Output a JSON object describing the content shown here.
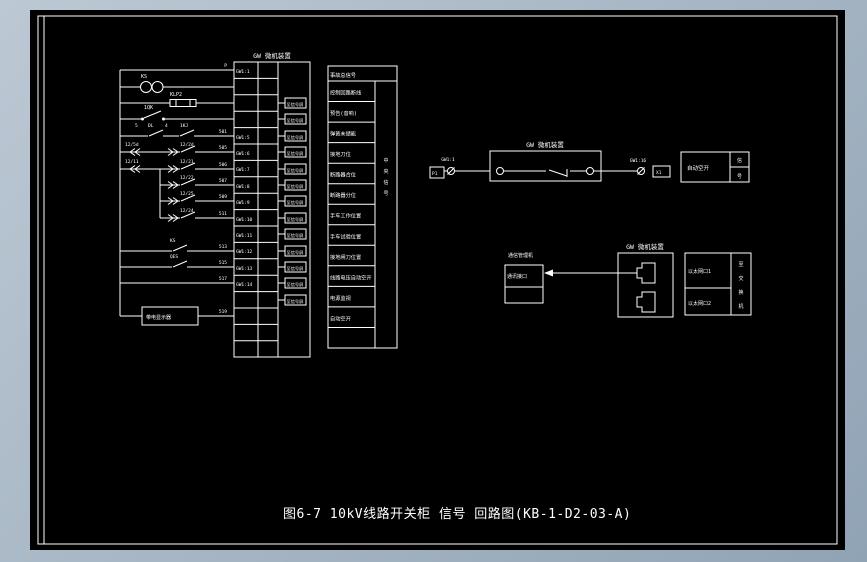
{
  "sheet": {
    "caption": "图6-7 10kV线路开关柜 信号 回路图(KB-1-D2-03-A)"
  },
  "terminal_strip": {
    "header": "GW 微机装置",
    "stub_label": "至信号屏",
    "rows": [
      "GW1:1",
      "",
      "",
      "",
      "GW1:5",
      "GW1:6",
      "GW1:7",
      "GW1:8",
      "GW1:9",
      "GW1:10",
      "GW1:11",
      "GW1:12",
      "GW1:13",
      "GW1:14",
      "",
      "",
      "",
      ""
    ]
  },
  "schematic": {
    "rows": [
      {
        "wire_no": "P"
      },
      {
        "device": "KS"
      },
      {
        "device": "KLP2"
      },
      {
        "device": "1QK",
        "pin_left": "5",
        "pin_right": "4"
      },
      {
        "left_label": "DL",
        "mid_label": "1KJ",
        "wire_no": "501"
      },
      {
        "left_label": "12/5d",
        "mid_label": "12/2d",
        "wire_no": "505"
      },
      {
        "left_label": "12/11",
        "mid_label": "12/21",
        "wire_no": "506"
      },
      {
        "mid_label": "12/22",
        "wire_no": "507"
      },
      {
        "mid_label": "12/25",
        "wire_no": "509"
      },
      {
        "mid_label": "12/24",
        "wire_no": "511"
      },
      {
        "mid_label": "KS",
        "wire_no": "513"
      },
      {
        "mid_label": "QES",
        "wire_no": "515"
      },
      {
        "wire_no": "517"
      },
      {
        "device_box": "带电显示器",
        "wire_no": "519"
      }
    ]
  },
  "signal_table": {
    "header": "事故总信号",
    "rows": [
      "控制回路断线",
      "预告(音响)",
      "弹簧未储能",
      "接地刀位",
      "断路器合位",
      "断路器分位",
      "手车工作位置",
      "手车试验位置",
      "接地闸刀位置",
      "线路电压自动空开",
      "电源监视",
      "自动空开"
    ],
    "side_chars": [
      "中",
      "央",
      "信",
      "号"
    ]
  },
  "relay_diagram": {
    "header": "GW 微机装置",
    "left_box": "P1",
    "left_terminal": "GW1:1",
    "right_terminal": "GW1:16",
    "connector_box": "X1",
    "breaker_box": {
      "label": "自动空开",
      "side_chars": [
        "信",
        "号"
      ]
    }
  },
  "network_diagram": {
    "header": "GW 微机装置",
    "left_box_title": "通信管理机",
    "left_box_cell": "通讯接口",
    "ports": [
      "以太网口1",
      "以太网口2"
    ],
    "side_chars": [
      "至",
      "交",
      "换",
      "机"
    ]
  }
}
